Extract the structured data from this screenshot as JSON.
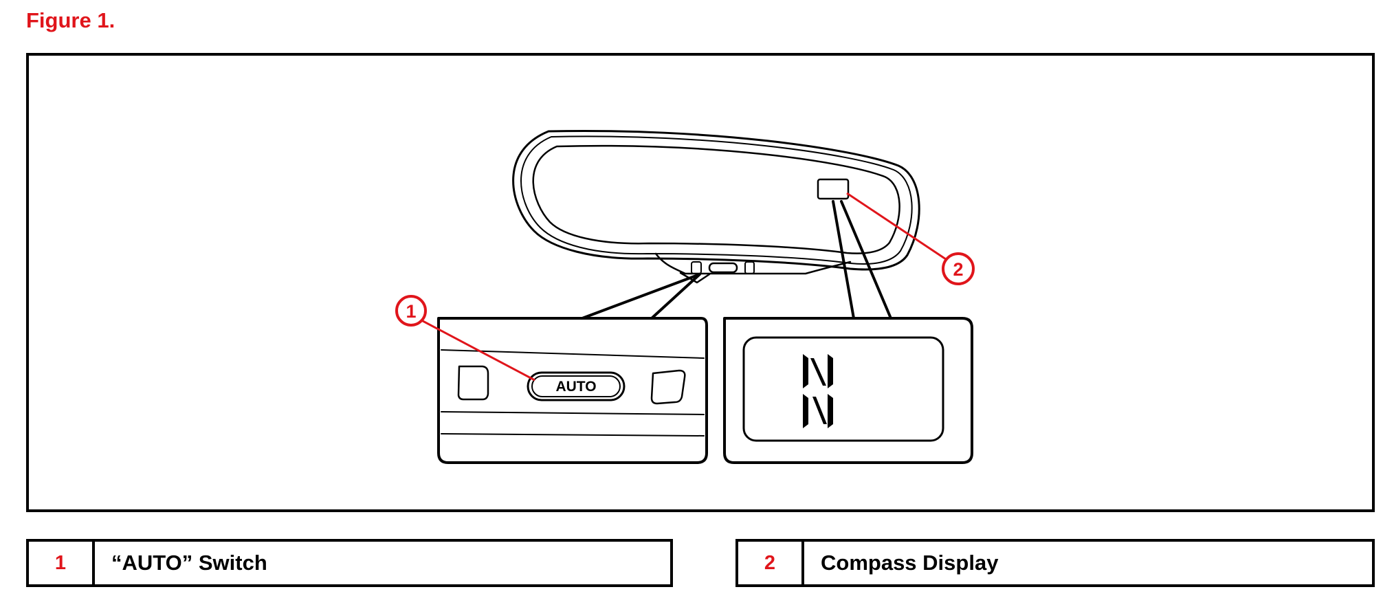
{
  "figure": {
    "title": "Figure 1."
  },
  "diagram": {
    "switch_label": "AUTO",
    "compass_letter": "N",
    "callouts": [
      {
        "number": "1"
      },
      {
        "number": "2"
      }
    ],
    "colors": {
      "callout": "#e0151b",
      "line": "#000000"
    }
  },
  "legend": [
    {
      "number": "1",
      "label": "“AUTO” Switch"
    },
    {
      "number": "2",
      "label": "Compass Display"
    }
  ]
}
